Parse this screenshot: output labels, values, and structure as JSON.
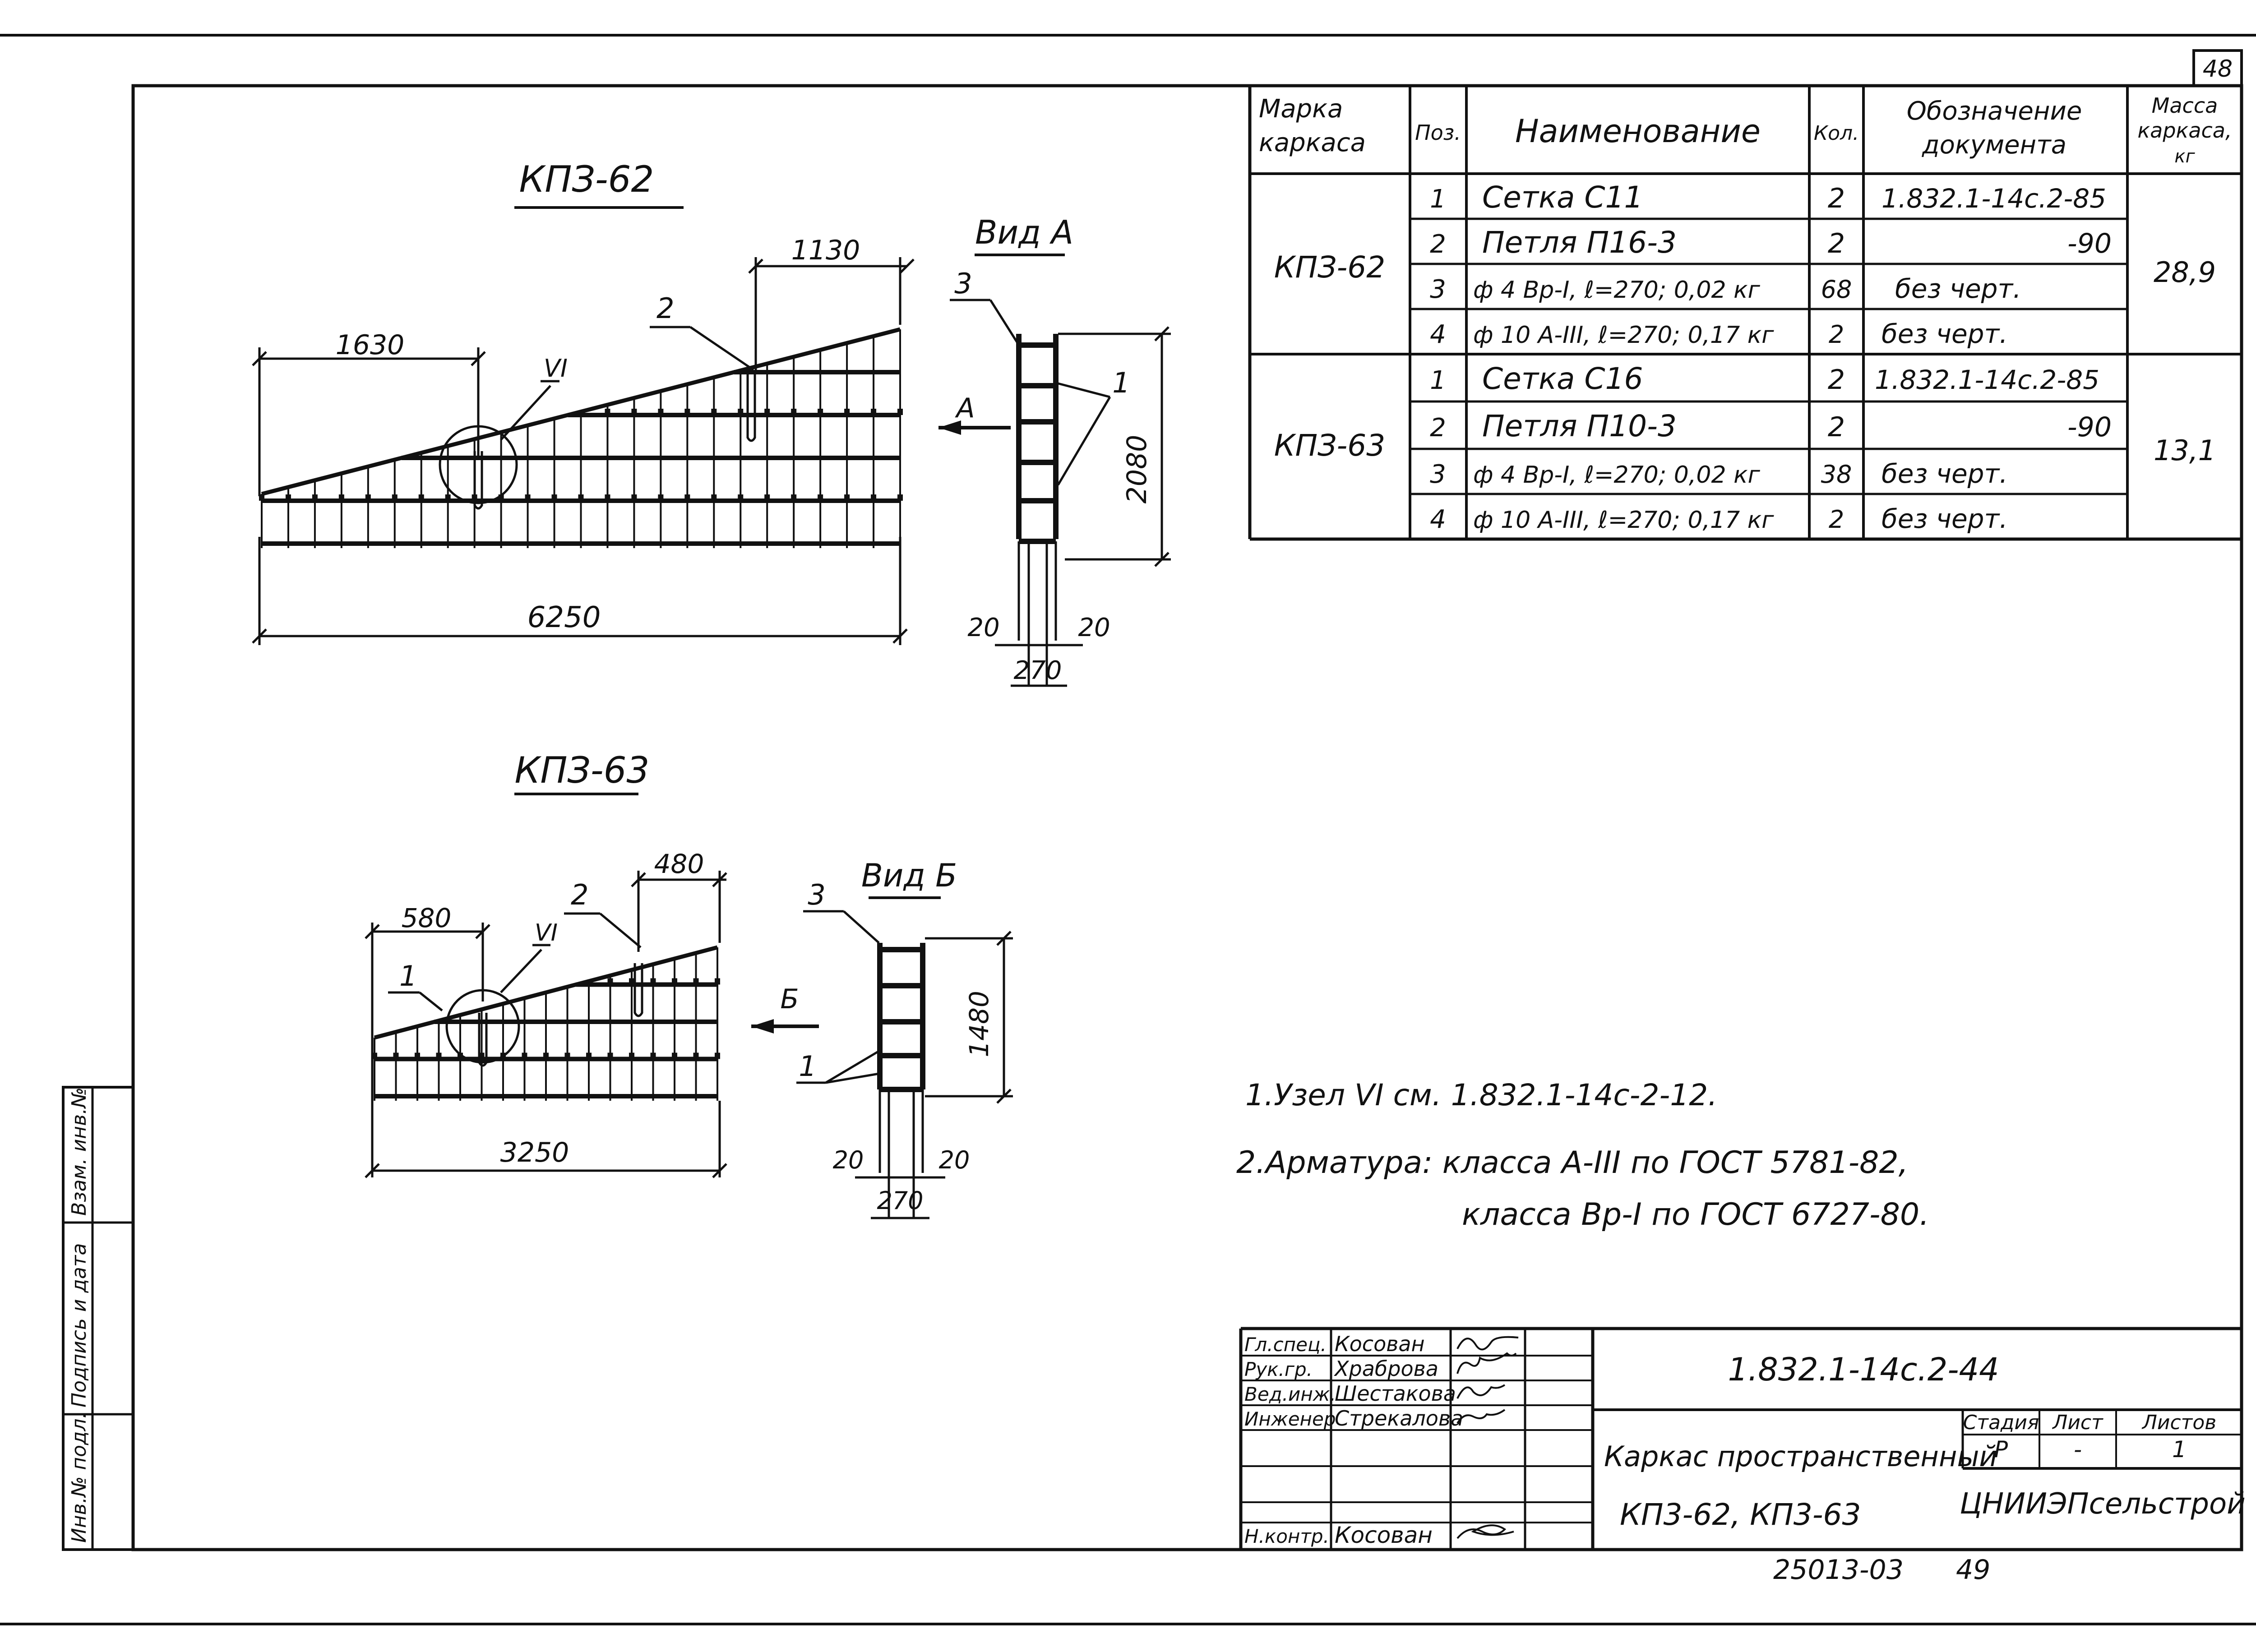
{
  "sheet": {
    "page_number": "48",
    "footer_number": "25013-03",
    "footer_page": "49"
  },
  "drawing_1": {
    "title": "КПЗ-62",
    "dim_left": "1630",
    "dim_top": "1130",
    "dim_bottom": "6250",
    "node_label": "VI",
    "pos_label": "2"
  },
  "view_a": {
    "title": "Вид А",
    "arrow_label": "А",
    "pos_top": "3",
    "pos_side": "1",
    "dim_height": "2080",
    "dim_left": "20",
    "dim_right": "20",
    "dim_width": "270"
  },
  "drawing_2": {
    "title": "КПЗ-63",
    "dim_left": "580",
    "dim_top": "480",
    "dim_bottom": "3250",
    "node_label": "VI",
    "pos_1": "1",
    "pos_2": "2"
  },
  "view_b": {
    "title": "Вид Б",
    "arrow_label": "Б",
    "pos_top": "3",
    "pos_side": "1",
    "dim_height": "1480",
    "dim_left": "20",
    "dim_right": "20",
    "dim_width": "270"
  },
  "spec_table": {
    "headers": [
      "Марка каркаса",
      "Поз.",
      "Наименование",
      "Кол.",
      "Обозначение документа",
      "Масса каркаса, кг"
    ],
    "groups": [
      {
        "mark": "КПЗ-62",
        "mass": "28,9",
        "rows": [
          {
            "pos": "1",
            "name": "Сетка С11",
            "qty": "2",
            "doc": "1.832.1-14с.2-85"
          },
          {
            "pos": "2",
            "name": "Петля П16-3",
            "qty": "2",
            "doc": "-90"
          },
          {
            "pos": "3",
            "name": "ф 4 Вр-I, ℓ=270; 0,02 кг",
            "qty": "68",
            "doc": "без черт."
          },
          {
            "pos": "4",
            "name": "ф 10 А-III, ℓ=270; 0,17 кг",
            "qty": "2",
            "doc": "без черт."
          }
        ]
      },
      {
        "mark": "КПЗ-63",
        "mass": "13,1",
        "rows": [
          {
            "pos": "1",
            "name": "Сетка С16",
            "qty": "2",
            "doc": "1.832.1-14с.2-85"
          },
          {
            "pos": "2",
            "name": "Петля П10-3",
            "qty": "2",
            "doc": "-90"
          },
          {
            "pos": "3",
            "name": "ф 4 Вр-I, ℓ=270; 0,02 кг",
            "qty": "38",
            "doc": "без черт."
          },
          {
            "pos": "4",
            "name": "ф 10 А-III, ℓ=270; 0,17 кг",
            "qty": "2",
            "doc": "без черт."
          }
        ]
      }
    ]
  },
  "notes": {
    "note_1": "1.Узел VI см. 1.832.1-14с-2-12.",
    "note_2a": "2.Арматура: класса А-III по ГОСТ 5781-82,",
    "note_2b": "класса Вр-I по ГОСТ 6727-80."
  },
  "side_stamp": {
    "cells": [
      "Инв.№ подл.",
      "Подпись и дата",
      "Взам. инв.№"
    ]
  },
  "title_block": {
    "roles": [
      {
        "role": "Гл.спец.",
        "name": "Косован"
      },
      {
        "role": "Рук.гр.",
        "name": "Храброва"
      },
      {
        "role": "Вед.инж.",
        "name": "Шестакова"
      },
      {
        "role": "Инженер",
        "name": "Стрекалова"
      },
      {
        "role": "",
        "name": ""
      },
      {
        "role": "",
        "name": ""
      },
      {
        "role": "Н.контр.",
        "name": "Косован"
      }
    ],
    "doc_code": "1.832.1-14с.2-44",
    "title_line1": "Каркас пространственный",
    "title_line2": "КП3-62, КП3-63",
    "stage_label": "Стадия",
    "sheet_label": "Лист",
    "sheets_label": "Листов",
    "stage": "Р",
    "sheet": "-",
    "sheets": "1",
    "org": "ЦНИИЭПсельстрой"
  }
}
